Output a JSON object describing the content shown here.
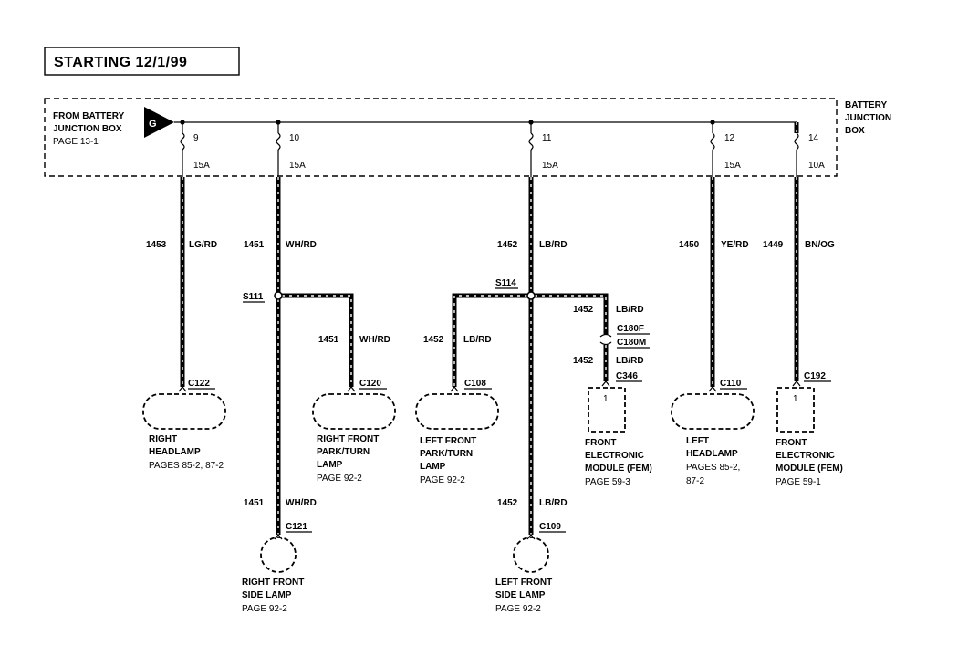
{
  "title": "STARTING 12/1/99",
  "source": {
    "line1": "FROM BATTERY",
    "line2": "JUNCTION BOX",
    "page": "PAGE 13-1",
    "ground_symbol": "G"
  },
  "box_label": [
    "BATTERY",
    "JUNCTION",
    "BOX"
  ],
  "fuses": [
    {
      "num": "9",
      "amps": "15A"
    },
    {
      "num": "10",
      "amps": "15A"
    },
    {
      "num": "11",
      "amps": "15A"
    },
    {
      "num": "12",
      "amps": "15A"
    },
    {
      "num": "14",
      "amps": "10A"
    }
  ],
  "wires": {
    "w1453": {
      "circuit": "1453",
      "color": "LG/RD"
    },
    "w1451": {
      "circuit": "1451",
      "color": "WH/RD"
    },
    "w1452": {
      "circuit": "1452",
      "color": "LB/RD"
    },
    "w1450": {
      "circuit": "1450",
      "color": "YE/RD"
    },
    "w1449": {
      "circuit": "1449",
      "color": "BN/OG"
    },
    "w1451b": {
      "circuit": "1451",
      "color": "WH/RD"
    },
    "w1451c": {
      "circuit": "1451",
      "color": "WH/RD"
    },
    "w1452b": {
      "circuit": "1452",
      "color": "LB/RD"
    },
    "w1452c": {
      "circuit": "1452",
      "color": "LB/RD"
    },
    "w1452d": {
      "circuit": "1452",
      "color": "LB/RD"
    },
    "w1452e": {
      "circuit": "1452",
      "color": "LB/RD"
    }
  },
  "splices": {
    "s111": "S111",
    "s114": "S114"
  },
  "connectors": {
    "c122": "C122",
    "c120": "C120",
    "c108": "C108",
    "c346": "C346",
    "c110": "C110",
    "c192": "C192",
    "c121": "C121",
    "c109": "C109",
    "c180f": "C180F",
    "c180m": "C180M"
  },
  "pins": {
    "fem1": "1",
    "fem2": "1"
  },
  "components": {
    "right_headlamp": {
      "l1": "RIGHT",
      "l2": "HEADLAMP",
      "page": "PAGES 85-2, 87-2"
    },
    "right_front_park": {
      "l1": "RIGHT FRONT",
      "l2": "PARK/TURN",
      "l3": "LAMP",
      "page": "PAGE 92-2"
    },
    "left_front_park": {
      "l1": "LEFT FRONT",
      "l2": "PARK/TURN",
      "l3": "LAMP",
      "page": "PAGE 92-2"
    },
    "fem1": {
      "l1": "FRONT",
      "l2": "ELECTRONIC",
      "l3": "MODULE (FEM)",
      "page": "PAGE 59-3"
    },
    "left_headlamp": {
      "l1": "LEFT",
      "l2": "HEADLAMP",
      "l3": "PAGES 85-2,",
      "page": "87-2"
    },
    "fem2": {
      "l1": "FRONT",
      "l2": "ELECTRONIC",
      "l3": "MODULE (FEM)",
      "page": "PAGE 59-1"
    },
    "right_side": {
      "l1": "RIGHT FRONT",
      "l2": "SIDE LAMP",
      "page": "PAGE 92-2"
    },
    "left_side": {
      "l1": "LEFT FRONT",
      "l2": "SIDE LAMP",
      "page": "PAGE 92-2"
    }
  }
}
